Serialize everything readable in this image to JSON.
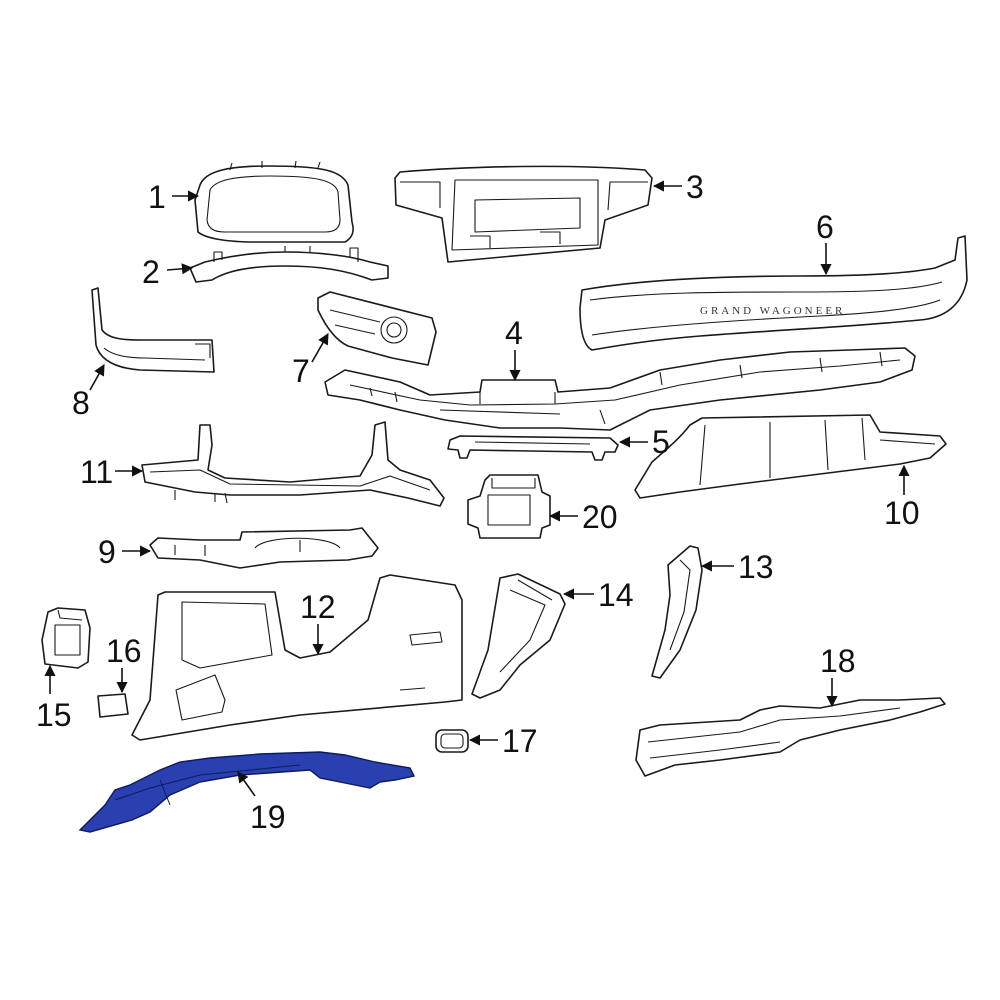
{
  "diagram": {
    "highlight_color": "#2a40b0",
    "line_color": "#1a1a1a",
    "emblem_text": "GRAND WAGONEER",
    "callouts": [
      {
        "id": "1",
        "label": "1"
      },
      {
        "id": "2",
        "label": "2"
      },
      {
        "id": "3",
        "label": "3"
      },
      {
        "id": "4",
        "label": "4"
      },
      {
        "id": "5",
        "label": "5"
      },
      {
        "id": "6",
        "label": "6"
      },
      {
        "id": "7",
        "label": "7"
      },
      {
        "id": "8",
        "label": "8"
      },
      {
        "id": "9",
        "label": "9"
      },
      {
        "id": "10",
        "label": "10"
      },
      {
        "id": "11",
        "label": "11"
      },
      {
        "id": "12",
        "label": "12"
      },
      {
        "id": "13",
        "label": "13"
      },
      {
        "id": "14",
        "label": "14"
      },
      {
        "id": "15",
        "label": "15"
      },
      {
        "id": "16",
        "label": "16"
      },
      {
        "id": "17",
        "label": "17"
      },
      {
        "id": "18",
        "label": "18"
      },
      {
        "id": "19",
        "label": "19"
      },
      {
        "id": "20",
        "label": "20"
      }
    ]
  }
}
